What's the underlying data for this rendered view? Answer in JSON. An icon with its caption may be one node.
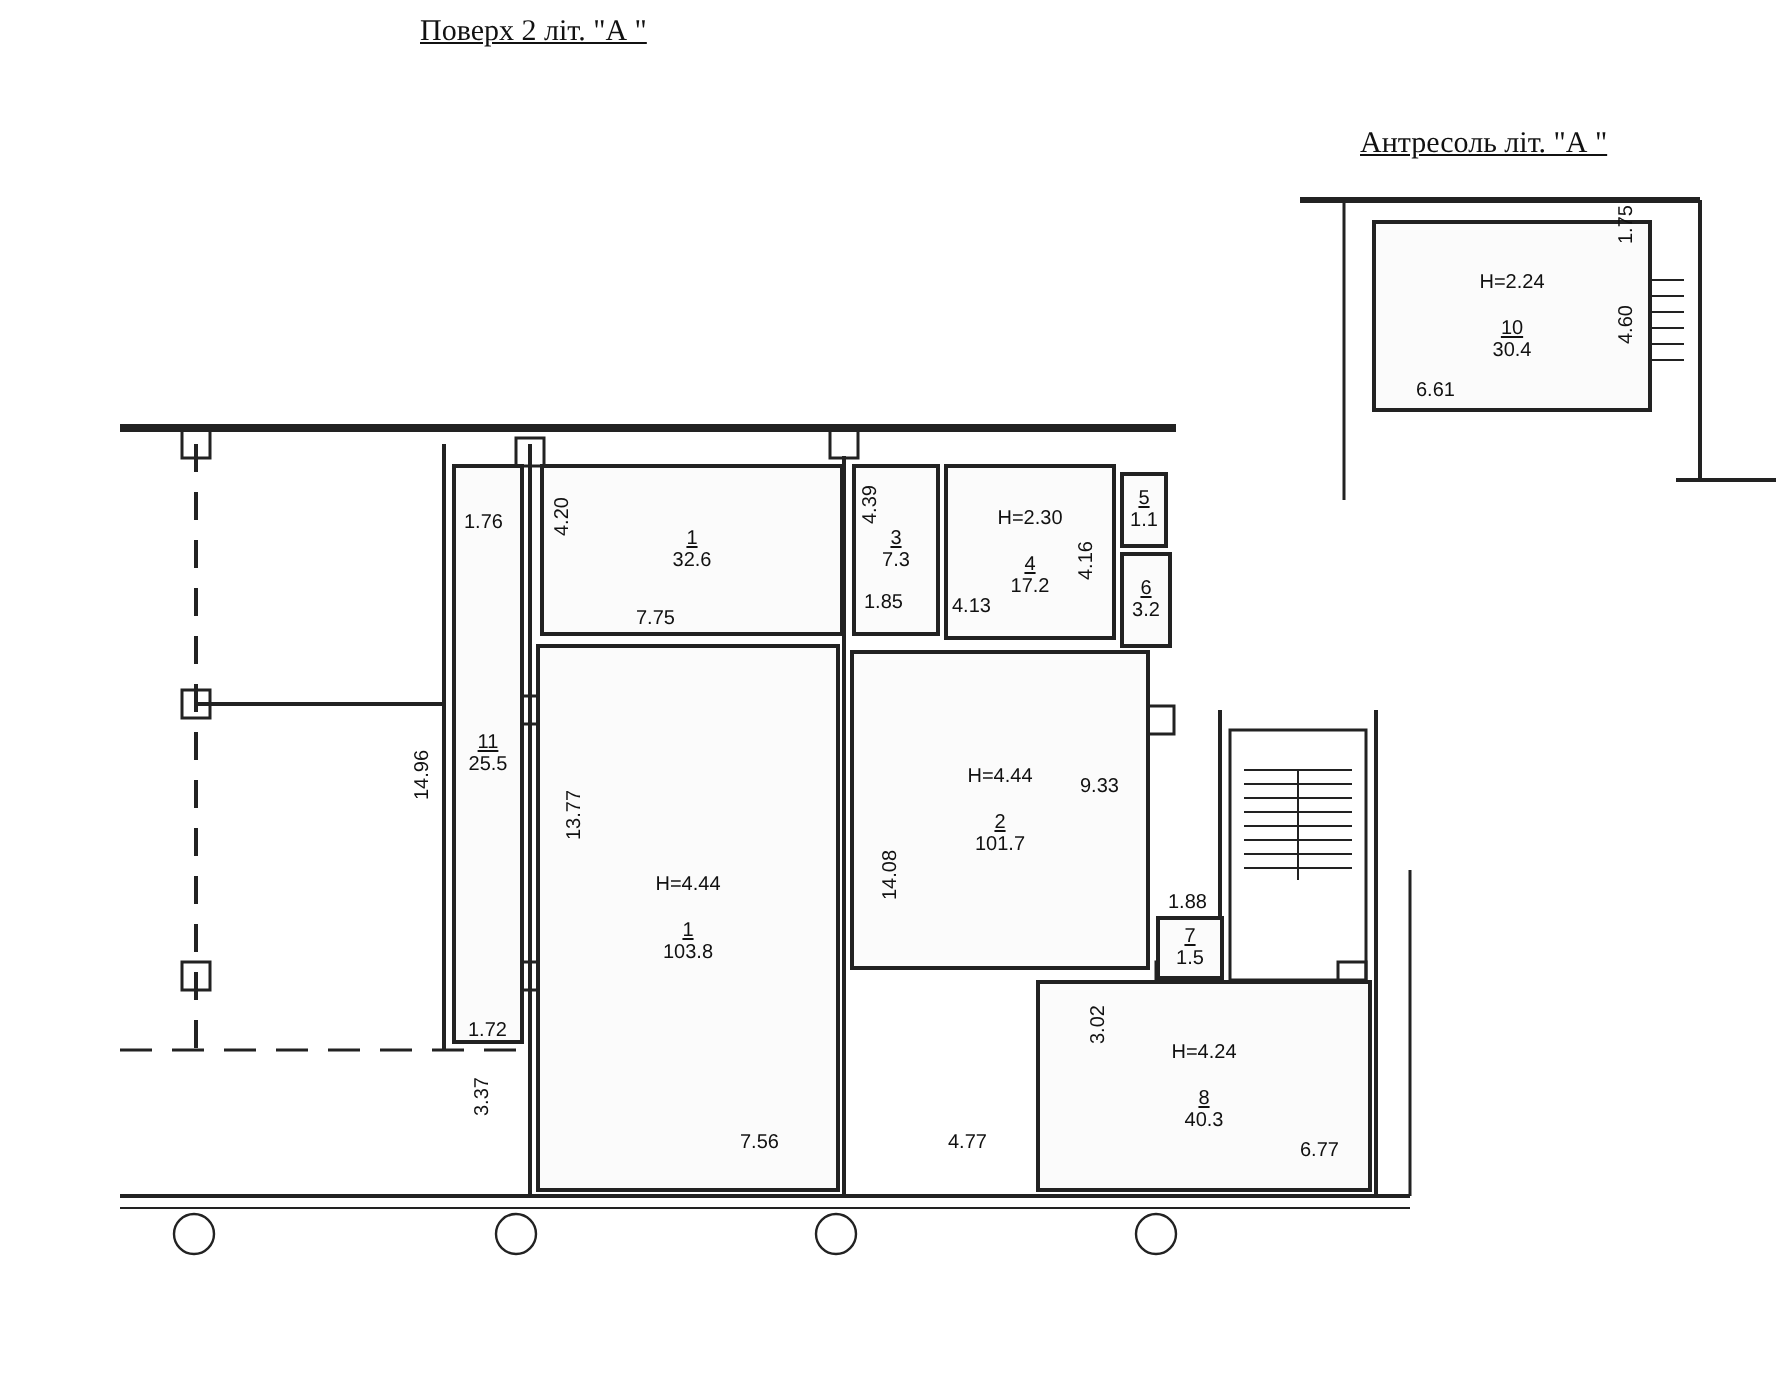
{
  "diagram": {
    "title": "Поверх 2 літ. \"А \"",
    "nodes": [
      {
        "text": [
          "1",
          "32.6"
        ]
      },
      {
        "text": [
          "3",
          "7.3"
        ]
      },
      {
        "text": [
          "H=2.30",
          "4",
          "17.2"
        ]
      },
      {
        "text": [
          "5",
          "1.1"
        ]
      },
      {
        "text": [
          "6",
          "3.2"
        ]
      },
      {
        "text": [
          "H=4.44",
          "1",
          "103.8"
        ]
      },
      {
        "text": [
          "H=4.44",
          "2",
          "101.7"
        ]
      },
      {
        "text": [
          "7",
          "1.5"
        ]
      },
      {
        "text": [
          "H=4.24",
          "8",
          "40.3"
        ]
      },
      {
        "text": [
          "11",
          "25.5"
        ]
      },
      {
        "text": [
          "H=2.24",
          "10",
          "30.4"
        ]
      }
    ],
    "edges": [],
    "labels": [
      "Антресоль літ. \"А \"",
      "4.39",
      "1.85",
      "4.13",
      "4.16",
      "4.20",
      "7.75",
      "1.76",
      "14.96",
      "13.77",
      "1.72",
      "3.37",
      "7.56",
      "4.77",
      "14.08",
      "9.33",
      "1.88",
      "3.02",
      "6.77",
      "1.75",
      "6.61",
      "4.60"
    ]
  }
}
